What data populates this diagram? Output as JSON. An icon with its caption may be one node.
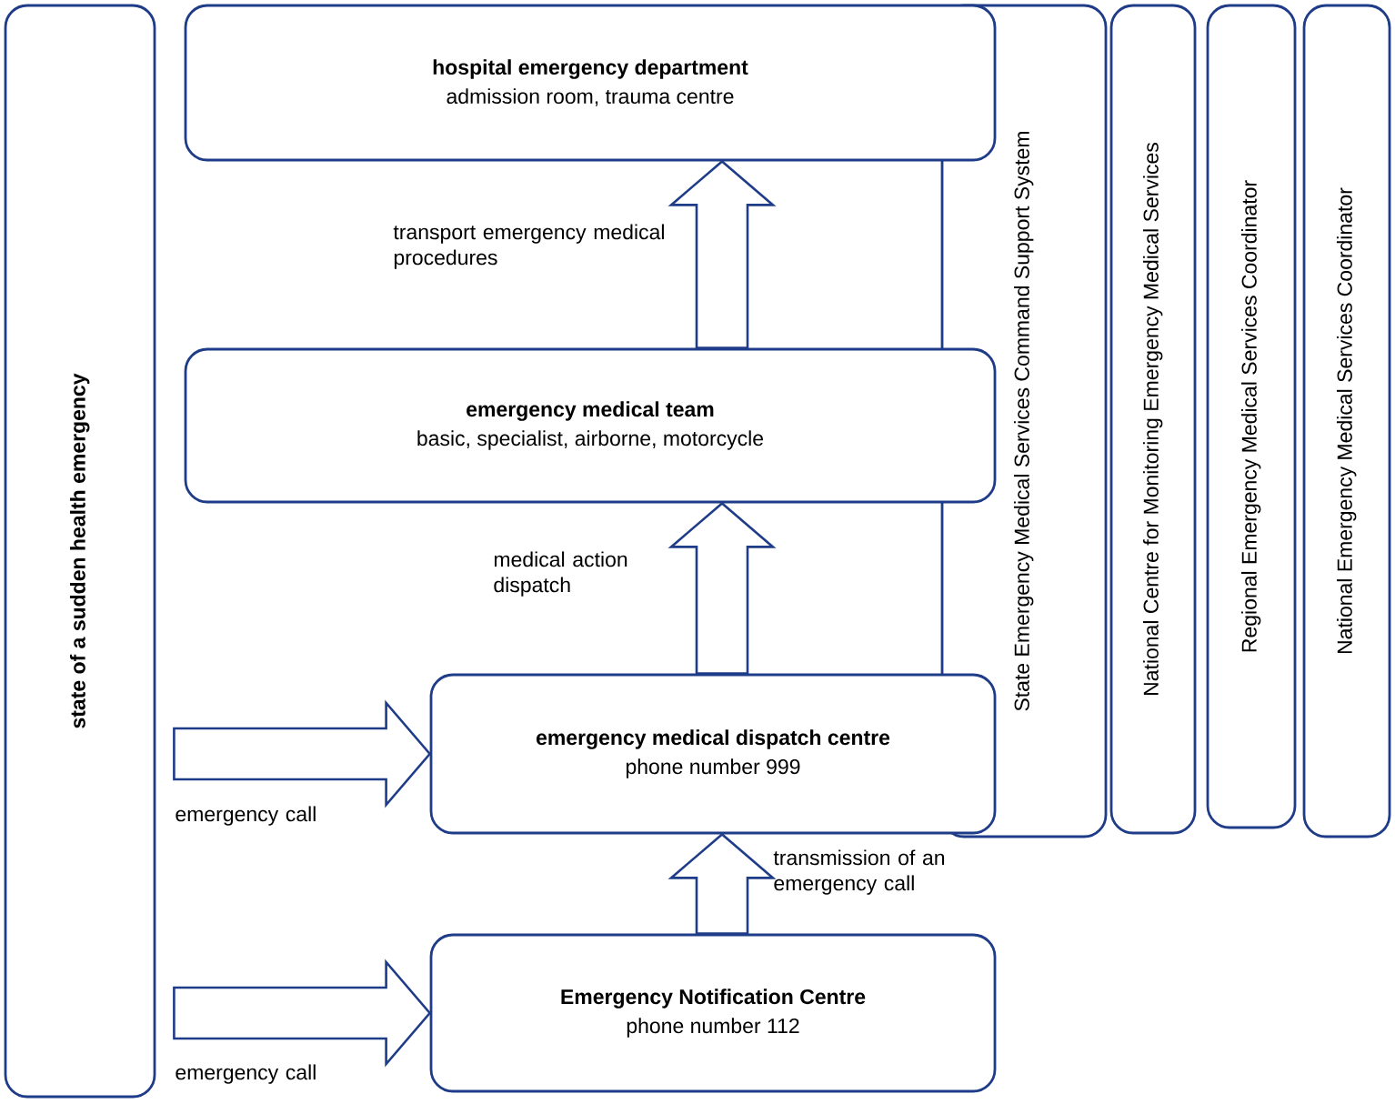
{
  "diagram": {
    "nodes": [
      {
        "text": [
          "state of a sudden health emergency"
        ]
      },
      {
        "text": [
          "hospital emergency department",
          "admission room, trauma centre"
        ]
      },
      {
        "text": [
          "emergency medical team",
          "basic, specialist, airborne, motorcycle"
        ]
      },
      {
        "text": [
          "emergency medical dispatch centre",
          "phone number 999"
        ]
      },
      {
        "text": [
          "Emergency Notification Centre",
          "phone number 112"
        ]
      },
      {
        "text": [
          "State Emergency Medical Services Command Support System"
        ]
      },
      {
        "text": [
          "National Centre for Monitoring Emergency Medical Services"
        ]
      },
      {
        "text": [
          "Regional Emergency Medical Services Coordinator"
        ]
      },
      {
        "text": [
          "National Emergency Medical Services Coordinator"
        ]
      }
    ],
    "edges": [
      {
        "from": 0,
        "to": 3,
        "arrow": "to",
        "label": "emergency call"
      },
      {
        "from": 0,
        "to": 4,
        "arrow": "to",
        "label": "emergency call"
      },
      {
        "from": 4,
        "to": 3,
        "arrow": "to",
        "label": "transmission of an emergency call"
      },
      {
        "from": 3,
        "to": 2,
        "arrow": "to",
        "label": "medical action dispatch"
      },
      {
        "from": 2,
        "to": 1,
        "arrow": "to",
        "label": "transport emergency medical procedures"
      }
    ]
  }
}
